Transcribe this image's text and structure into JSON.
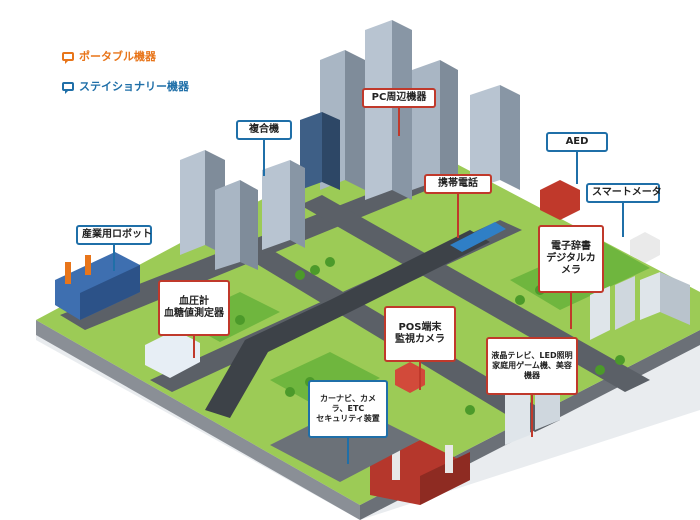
{
  "legend": {
    "portable": {
      "label": "ポータブル機器",
      "color": "#e8751a"
    },
    "stationary": {
      "label": "ステイショナリー機器",
      "color": "#1f6fa8"
    }
  },
  "labels": {
    "pc": "PC周辺機器",
    "multifunction": "複合機",
    "aed": "AED",
    "mobile": "携帯電話",
    "smart_meter": "スマートメータ",
    "robot": "産業用ロボット",
    "dictionary": "電子辞書\nデジタルカメラ",
    "blood": "血圧計\n血糖値測定器",
    "pos": "POS端末\n監視カメラ",
    "lcd": "液晶テレビ、LED照明\n家庭用ゲーム機、美容機器",
    "carnavi": "カーナビ、カメラ、ETC\nセキュリティ装置"
  },
  "colors": {
    "ground": "#9ccb56",
    "road": "#555a60",
    "building": "#7f8c9a",
    "accent_red": "#c0392b"
  }
}
